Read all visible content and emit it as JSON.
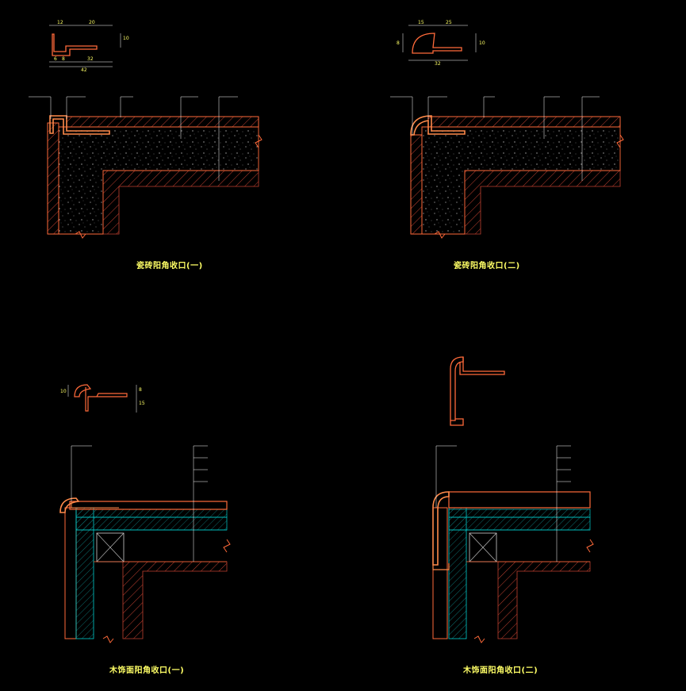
{
  "colors": {
    "background": "#000000",
    "profile": "#ff6a3a",
    "hatch": "#d04a30",
    "text": "#ffff66",
    "leader": "#ffffff",
    "wood": "#00cccc"
  },
  "captions": {
    "d1": "瓷砖阳角收口(一)",
    "d2": "瓷砖阳角收口(二)",
    "d3": "木饰面阳角收口(一)",
    "d4": "木饰面阳角收口(二)"
  },
  "dims": {
    "d1": [
      "12",
      "20",
      "10",
      "6",
      "8",
      "32",
      "42"
    ],
    "d2": [
      "15",
      "25",
      "10",
      "8",
      "32"
    ],
    "d3": [
      "10",
      "8",
      "15"
    ]
  }
}
